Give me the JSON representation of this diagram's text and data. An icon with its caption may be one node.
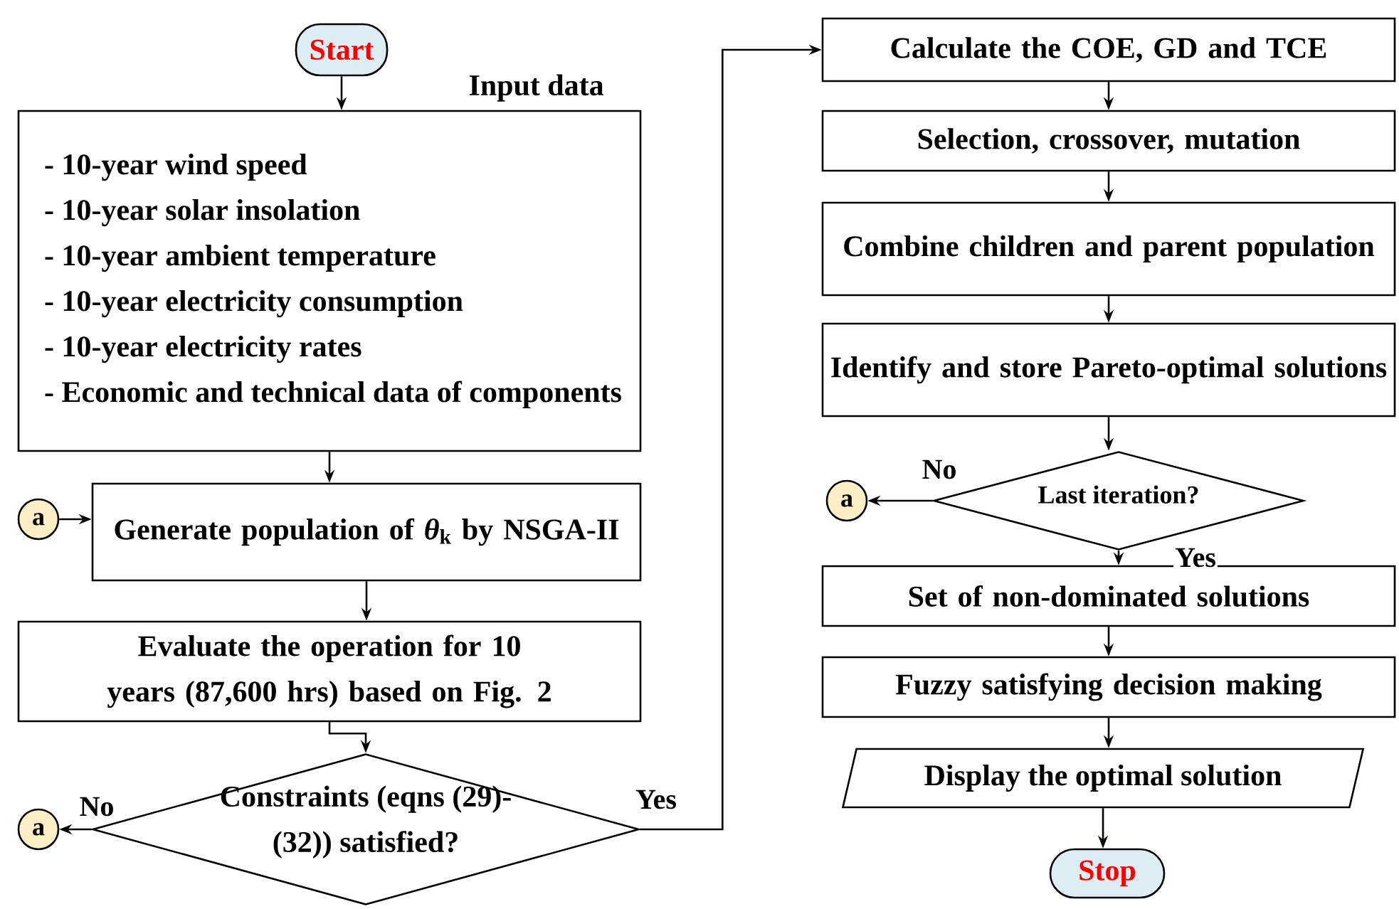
{
  "diagram": {
    "nodes": [
      {
        "text": [
          "Start"
        ]
      },
      {
        "text": [
          "Input data",
          "- 10-year wind speed",
          "- 10-year solar insolation",
          "- 10-year ambient temperature",
          "- 10-year electricity consumption",
          "- 10-year electricity rates",
          "- Economic and technical data of components"
        ]
      },
      {
        "text": [
          "a"
        ]
      },
      {
        "text": [
          "Generate population of *θ*$_{k}$ by NSGA-II"
        ]
      },
      {
        "text": [
          "Evaluate the operation for 10 years (87,600 hrs) based on Fig. 2"
        ]
      },
      {
        "text": [
          "Constraints (eqns (29)- (32)) satisfied?"
        ]
      },
      {
        "text": [
          "a"
        ]
      },
      {
        "text": [
          "Calculate the COE, GD and TCE"
        ]
      },
      {
        "text": [
          "Selection, crossover, mutation"
        ]
      },
      {
        "text": [
          "Combine children and parent population"
        ]
      },
      {
        "text": [
          "Identify and store Pareto-optimal solutions"
        ]
      },
      {
        "text": [
          "Last iteration?"
        ]
      },
      {
        "text": [
          "a"
        ]
      },
      {
        "text": [
          "Set of non-dominated solutions"
        ]
      },
      {
        "text": [
          "Fuzzy satisfying decision making"
        ]
      },
      {
        "text": [
          "Display the optimal solution"
        ]
      },
      {
        "text": [
          "Stop"
        ]
      }
    ],
    "edges": [
      {
        "from": 0,
        "to": 1,
        "arrow": "to"
      },
      {
        "from": 1,
        "to": 3,
        "arrow": "to"
      },
      {
        "from": 2,
        "to": 3,
        "arrow": "to"
      },
      {
        "from": 3,
        "to": 4,
        "arrow": "to"
      },
      {
        "from": 4,
        "to": 5,
        "arrow": "to"
      },
      {
        "from": 5,
        "to": 6,
        "arrow": "to",
        "label": "No"
      },
      {
        "from": 5,
        "to": 7,
        "arrow": "to",
        "label": "Yes"
      },
      {
        "from": 7,
        "to": 8,
        "arrow": "to"
      },
      {
        "from": 8,
        "to": 9,
        "arrow": "to"
      },
      {
        "from": 9,
        "to": 10,
        "arrow": "to"
      },
      {
        "from": 10,
        "to": 11,
        "arrow": "to"
      },
      {
        "from": 11,
        "to": 12,
        "arrow": "to",
        "label": "No"
      },
      {
        "from": 11,
        "to": 13,
        "arrow": "to",
        "label": "Yes"
      },
      {
        "from": 13,
        "to": 14,
        "arrow": "to"
      },
      {
        "from": 14,
        "to": 15,
        "arrow": "to"
      },
      {
        "from": 15,
        "to": 16,
        "arrow": "to"
      }
    ]
  }
}
